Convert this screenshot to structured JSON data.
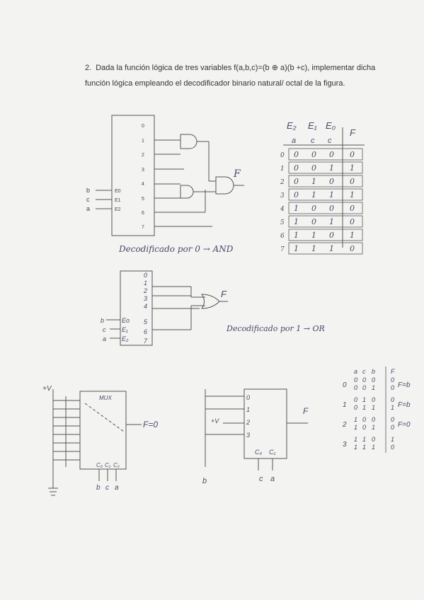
{
  "problem": {
    "number": "2.",
    "text": "Dada la función lógica de tres variables f(a,b,c)=(b ⊕ a)(b +c), implementar dicha función lógica empleando el decodificador binario natural/ octal de la figura."
  },
  "figure1": {
    "outputs": [
      "0",
      "1",
      "2",
      "3",
      "4",
      "5",
      "6",
      "7"
    ],
    "enables": [
      "E0",
      "E1",
      "E2"
    ],
    "inputs": [
      "b",
      "c",
      "a"
    ],
    "output_label": "F"
  },
  "note1": "Decodificado por 0 → AND",
  "truth_table": {
    "headers": [
      "E₂",
      "E₁",
      "E₀",
      "F"
    ],
    "vars": [
      "a",
      "c",
      "c"
    ],
    "rows": [
      {
        "i": "0",
        "bits": [
          "0",
          "0",
          "0"
        ],
        "f": "0"
      },
      {
        "i": "1",
        "bits": [
          "0",
          "0",
          "1"
        ],
        "f": "1"
      },
      {
        "i": "2",
        "bits": [
          "0",
          "1",
          "0"
        ],
        "f": "0"
      },
      {
        "i": "3",
        "bits": [
          "0",
          "1",
          "1"
        ],
        "f": "1"
      },
      {
        "i": "4",
        "bits": [
          "1",
          "0",
          "0"
        ],
        "f": "0"
      },
      {
        "i": "5",
        "bits": [
          "1",
          "0",
          "1"
        ],
        "f": "0"
      },
      {
        "i": "6",
        "bits": [
          "1",
          "1",
          "0"
        ],
        "f": "1"
      },
      {
        "i": "7",
        "bits": [
          "1",
          "1",
          "1"
        ],
        "f": "0"
      }
    ]
  },
  "figure2": {
    "outputs": [
      "0",
      "1",
      "2",
      "3",
      "4",
      "5",
      "6",
      "7"
    ],
    "enables": [
      "Eo",
      "E₁",
      "E₂"
    ],
    "inputs": [
      "b",
      "c",
      "a"
    ],
    "output_label": "F"
  },
  "note2": "Decodificado por 1 → OR",
  "mux8": {
    "title": "MUX",
    "supply": "+V",
    "selects": [
      "C₀",
      "C₁",
      "C₂"
    ],
    "select_inputs": [
      "b",
      "c",
      "a"
    ],
    "output": "F=0"
  },
  "mux4": {
    "supply": "+V",
    "inputs": [
      "0",
      "1",
      "2",
      "3"
    ],
    "selects": [
      "C₀",
      "C₁"
    ],
    "select_inputs": [
      "c",
      "a"
    ],
    "left_input": "b",
    "output": "F"
  },
  "small_table": {
    "header": [
      "a",
      "c",
      "b",
      "F"
    ],
    "groups": [
      {
        "n": "0",
        "rows": [
          [
            "0",
            "0",
            "0",
            "0"
          ],
          [
            "0",
            "0",
            "1",
            "0"
          ]
        ],
        "f": "F=b"
      },
      {
        "n": "1",
        "rows": [
          [
            "0",
            "1",
            "0",
            "0"
          ],
          [
            "0",
            "1",
            "1",
            "1"
          ]
        ],
        "f": "F=b"
      },
      {
        "n": "2",
        "rows": [
          [
            "1",
            "0",
            "0",
            "0"
          ],
          [
            "1",
            "0",
            "1",
            "0"
          ]
        ],
        "f": "F=0"
      },
      {
        "n": "3",
        "rows": [
          [
            "1",
            "1",
            "0",
            "1"
          ],
          [
            "1",
            "1",
            "1",
            "0"
          ]
        ],
        "f": ""
      }
    ]
  }
}
